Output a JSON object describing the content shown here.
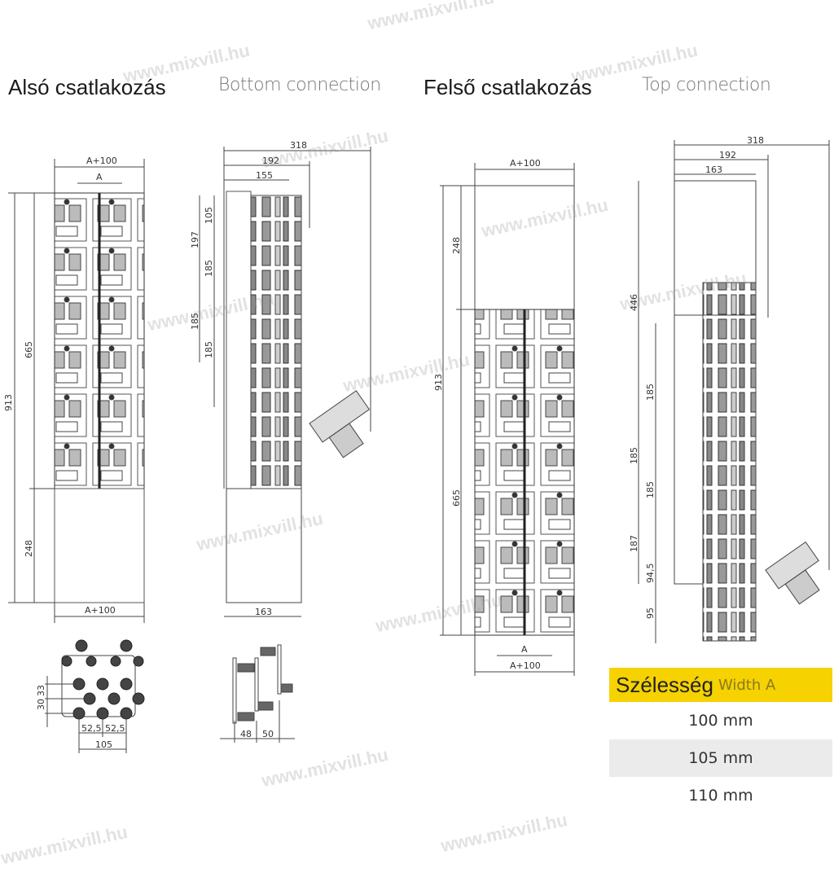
{
  "watermark": "www.mixvill.hu",
  "bottom_section": {
    "title": "Alsó csatlakozás",
    "subtitle": "Bottom connection",
    "front": {
      "top_width": "A+100",
      "a": "A",
      "bottom_width": "A+100",
      "total_height": "913",
      "device_height": "665",
      "box_height": "248"
    },
    "side": {
      "d318": "318",
      "d192": "192",
      "d155": "155",
      "d163": "163",
      "v105": "105",
      "v197": "197",
      "v185a": "185",
      "v185b": "185",
      "v185c": "185"
    },
    "busbar_front": {
      "d30": "30",
      "d33": "33",
      "d52a": "52,5",
      "d52b": "52,5",
      "d105": "105"
    },
    "busbar_side": {
      "d48": "48",
      "d50": "50"
    }
  },
  "top_section": {
    "title": "Felső csatlakozás",
    "subtitle": "Top connection",
    "front": {
      "top_width": "A+100",
      "a": "A",
      "bottom_width": "A+100",
      "total_height": "913",
      "box_height": "248",
      "device_height": "665"
    },
    "side": {
      "d318": "318",
      "d192": "192",
      "d163": "163",
      "v446": "446",
      "v185a": "185",
      "v185b": "185",
      "v185c": "185",
      "v187": "187",
      "v94": "94,5",
      "v95": "95"
    }
  },
  "width_table": {
    "header": "Szélesség",
    "header_en": "Width A",
    "rows": [
      "100 mm",
      "105 mm",
      "110 mm"
    ],
    "header_color": "#f5d200"
  }
}
